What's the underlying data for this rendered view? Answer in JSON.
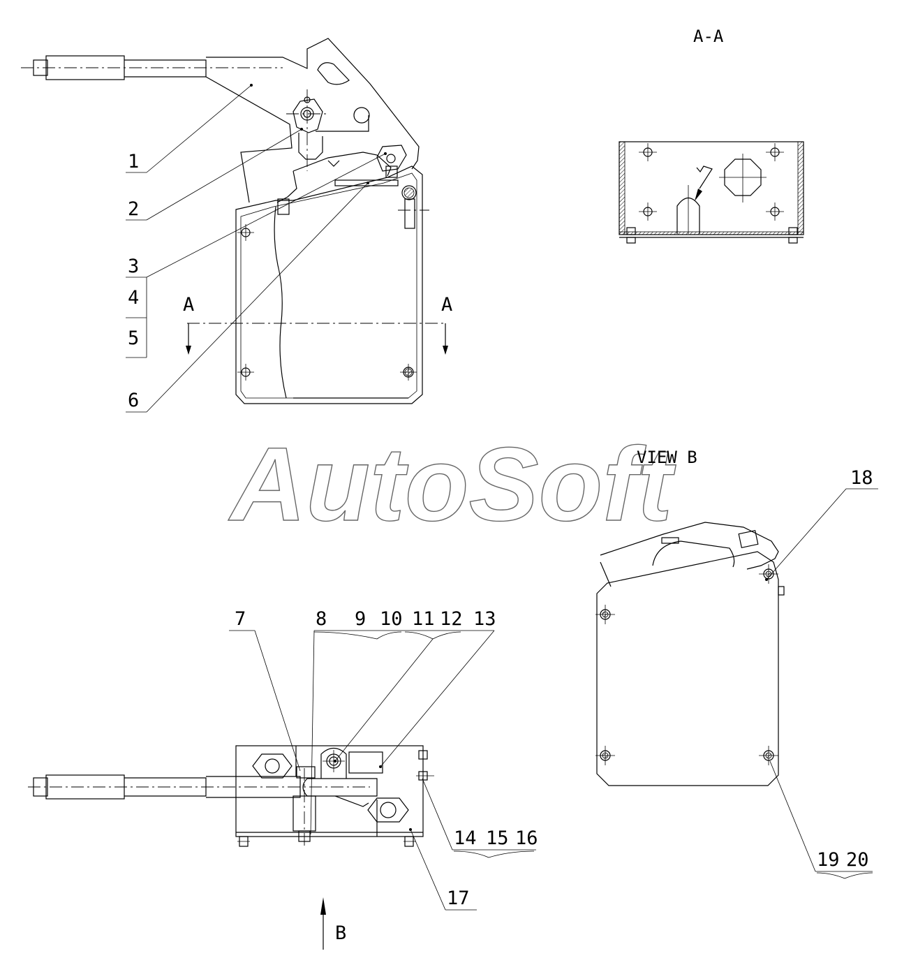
{
  "view_labels": {
    "section_aa": "A-A",
    "view_b": "VIEW B",
    "section_mark_left": "A",
    "section_mark_right": "A",
    "arrow_b": "B"
  },
  "callouts": {
    "c1": "1",
    "c2": "2",
    "c3": "3",
    "c4": "4",
    "c5": "5",
    "c6": "6",
    "c7": "7",
    "c8": "8",
    "c9": "9",
    "c10": "10",
    "c11": "11",
    "c12": "12",
    "c13": "13",
    "c14": "14",
    "c15": "15",
    "c16": "16",
    "c17": "17",
    "c18": "18",
    "c19": "19",
    "c20": "20"
  },
  "watermark": "AutoSoft"
}
